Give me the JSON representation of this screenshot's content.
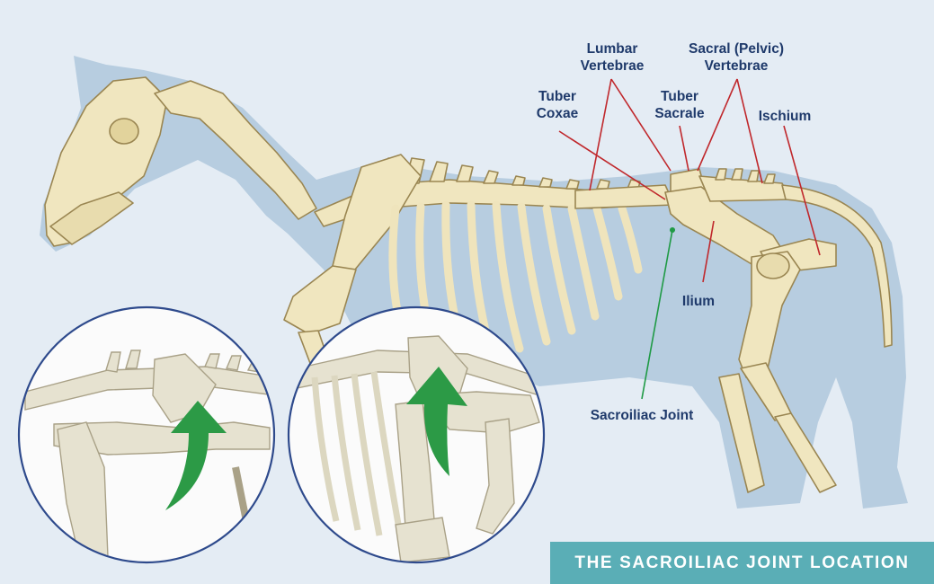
{
  "title": "THE SACROILIAC JOINT LOCATION",
  "colors": {
    "background": "#e4ecf4",
    "silhouette": "#b7cde0",
    "bone": "#f0e6bf",
    "bone_outline": "#9a8652",
    "leader_red": "#c0282c",
    "leader_green": "#1f9a45",
    "label_text": "#1f3a6b",
    "title_bar": "#5aaeb6",
    "arrow_green": "#2c9a46",
    "circle_border": "#2e4a8c"
  },
  "labels": {
    "lumbar_vertebrae": [
      "Lumbar",
      "Vertebrae"
    ],
    "sacral_vertebrae": [
      "Sacral (Pelvic)",
      "Vertebrae"
    ],
    "tuber_coxae": [
      "Tuber",
      "Coxae"
    ],
    "tuber_sacrale": [
      "Tuber",
      "Sacrale"
    ],
    "ischium": "Ischium",
    "ilium": "Ilium",
    "sacroiliac_joint": "Sacroiliac Joint"
  }
}
